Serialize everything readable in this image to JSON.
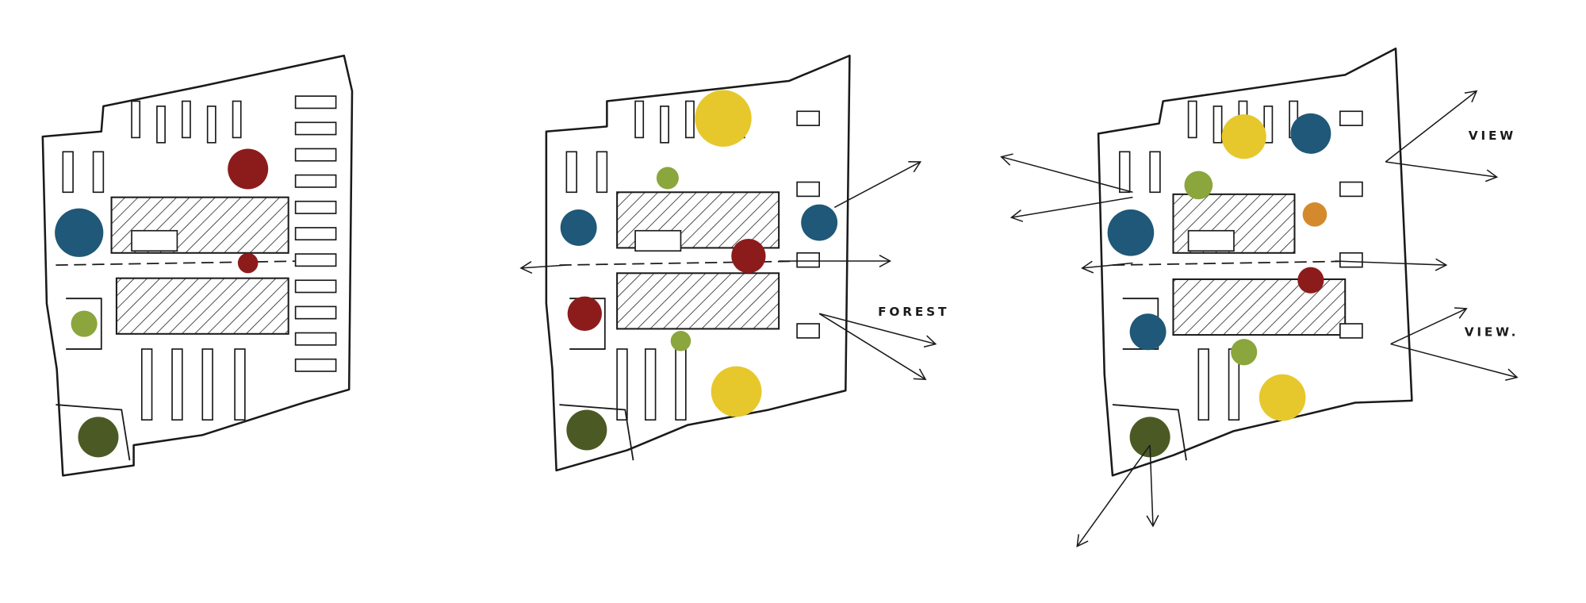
{
  "labels": {
    "forest": "FOREST",
    "view_top": "VIEW",
    "view_bottom": "VIEW."
  },
  "colors": {
    "blue": "#1f5878",
    "red": "#8c1c1c",
    "yellow": "#e6c82c",
    "light_green": "#8aa63c",
    "dark_green": "#4b5a24",
    "orange": "#d48a2c",
    "gray_zone": "#6b6b6b",
    "ink": "#1a1a1a"
  },
  "plans": [
    {
      "name": "plan-1-existing"
    },
    {
      "name": "plan-2-zoning"
    },
    {
      "name": "plan-3-views"
    }
  ]
}
